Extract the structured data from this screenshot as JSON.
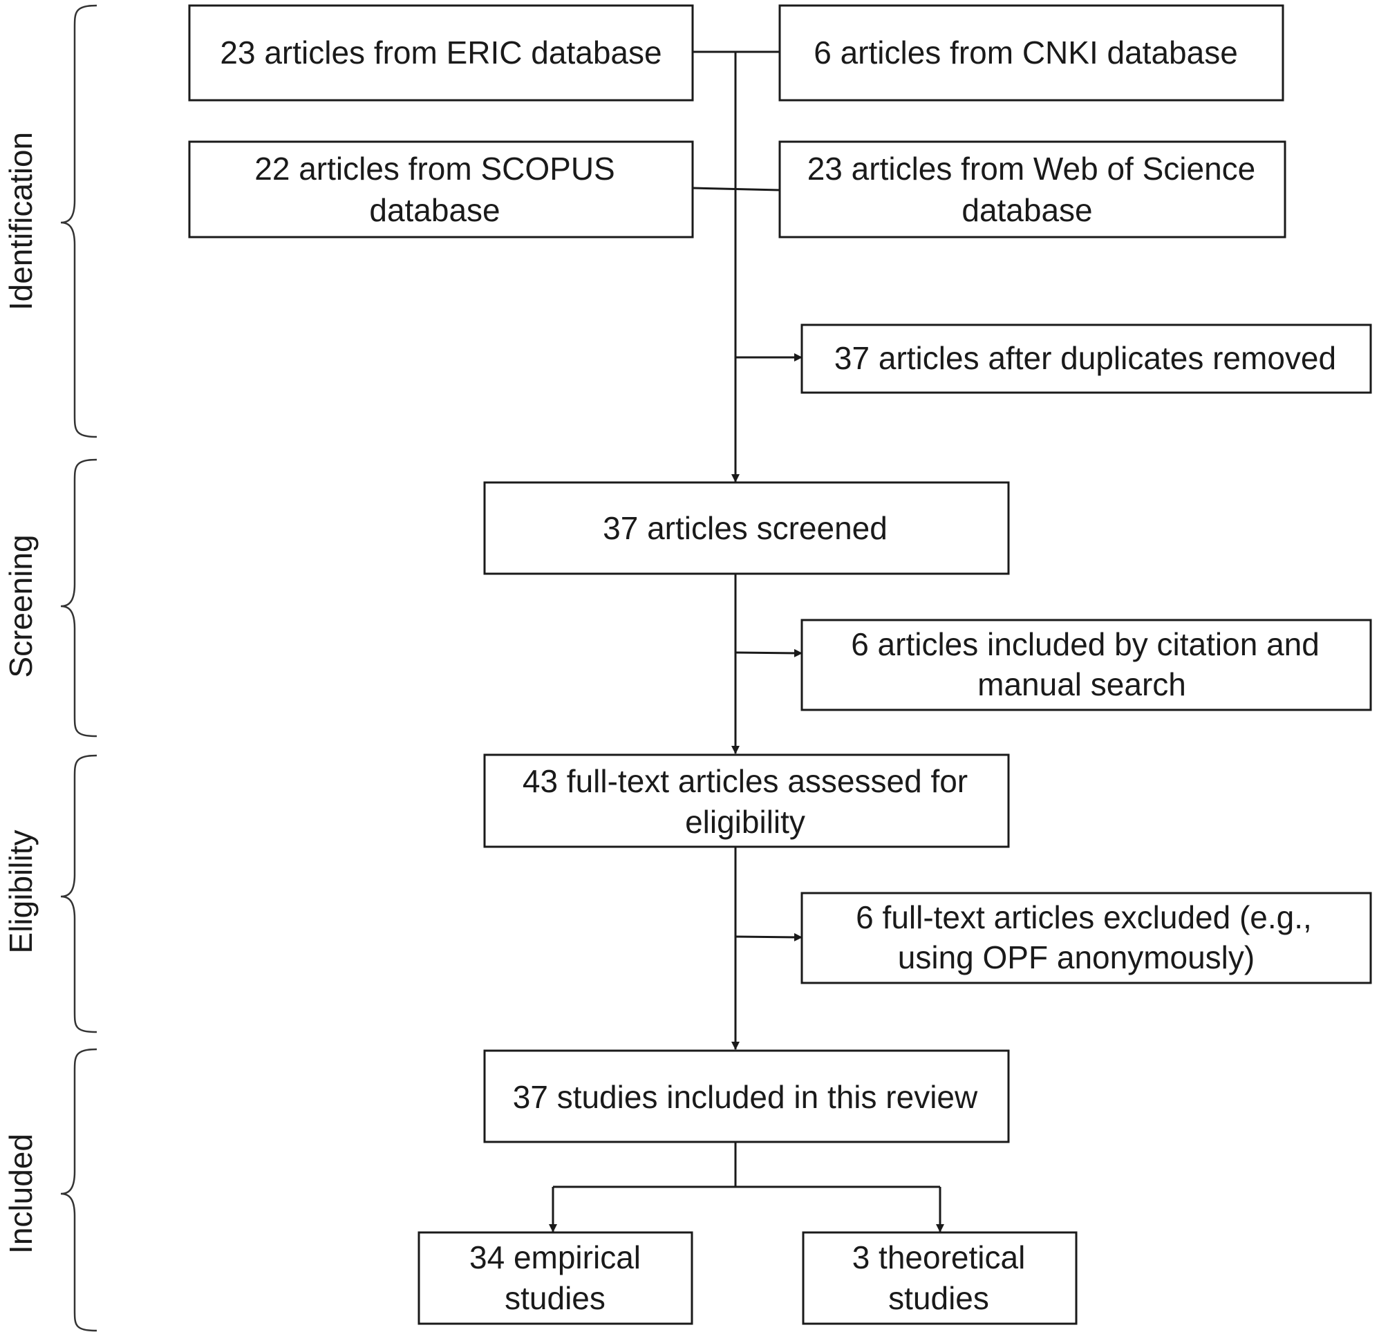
{
  "phases": {
    "identification": "Identification",
    "screening": "Screening",
    "eligibility": "Eligibility",
    "included": "Included"
  },
  "boxes": {
    "eric": [
      "23 articles from ERIC database"
    ],
    "cnki": [
      "6 articles from CNKI database"
    ],
    "scopus": [
      "22 articles from SCOPUS",
      "database"
    ],
    "wos": [
      "23 articles from Web of Science",
      "database"
    ],
    "duplicates_removed": [
      "37 articles after duplicates removed"
    ],
    "screened": [
      "37 articles screened"
    ],
    "citation_manual": [
      "6 articles included by citation and",
      "manual search"
    ],
    "fulltext_assessed": [
      "43 full-text articles assessed for",
      "eligibility"
    ],
    "fulltext_excluded": [
      "6 full-text articles excluded (e.g.,",
      "using OPF anonymously)"
    ],
    "included_review": [
      "37 studies included in this review"
    ],
    "empirical": [
      "34 empirical",
      "studies"
    ],
    "theoretical": [
      "3 theoretical",
      "studies"
    ]
  }
}
